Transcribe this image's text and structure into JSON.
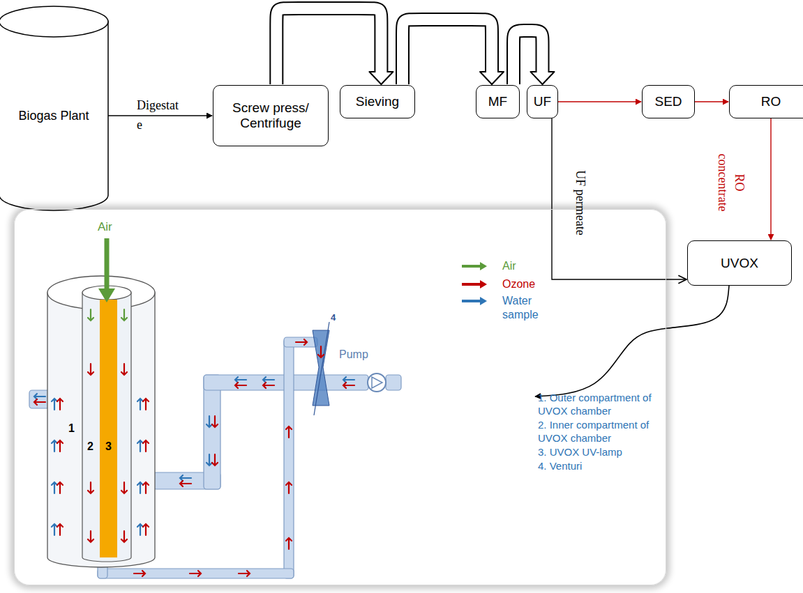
{
  "diagram": {
    "nodes": [
      {
        "text": [
          "Biogas Plant"
        ]
      },
      {
        "text": [
          "Screw press/ Centrifuge"
        ]
      },
      {
        "text": [
          "Sieving"
        ]
      },
      {
        "text": [
          "MF"
        ]
      },
      {
        "text": [
          "UF"
        ]
      },
      {
        "text": [
          "SED"
        ]
      },
      {
        "text": [
          "RO"
        ]
      },
      {
        "text": [
          "UVOX"
        ]
      },
      {
        "text": [
          "1. Outer compartment of UVOX chamber",
          "2. Inner compartment of UVOX chamber",
          "3. UVOX UV-lamp",
          "4. Venturi"
        ]
      }
    ],
    "edges": [
      {
        "from": 0,
        "to": 1,
        "label": "Digestat e",
        "arrow": "to"
      },
      {
        "from": 1,
        "to": 2,
        "arrow": "to"
      },
      {
        "from": 2,
        "to": 3,
        "arrow": "to"
      },
      {
        "from": 3,
        "to": 4,
        "arrow": "to"
      },
      {
        "from": 4,
        "to": 5,
        "arrow": "to"
      },
      {
        "from": 5,
        "to": 6,
        "arrow": "to"
      },
      {
        "from": 4,
        "to": 7,
        "label": "UF permeate",
        "arrow": "to"
      },
      {
        "from": 6,
        "to": 7,
        "label": "RO concentrate",
        "arrow": "to"
      },
      {
        "from": 7,
        "to": 8,
        "arrow": "to"
      }
    ],
    "labels": [
      "Air",
      "Pump",
      "1",
      "2",
      "3",
      "4"
    ],
    "legend": [
      {
        "text": "Air",
        "color": "#5b9b3a"
      },
      {
        "text": "Ozone",
        "color": "#c00000"
      },
      {
        "text": "Water sample",
        "color": "#2e75b6"
      }
    ]
  }
}
